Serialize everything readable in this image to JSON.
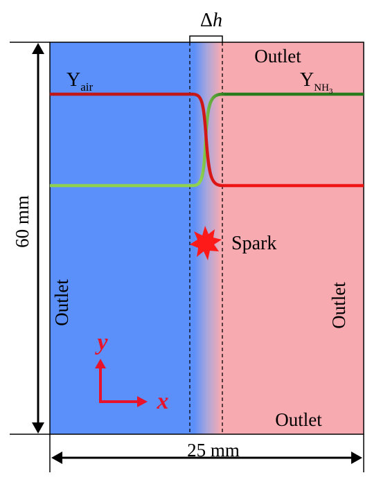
{
  "delta_label": {
    "symbol": "Δ",
    "variable": "h"
  },
  "labels": {
    "outlet_top": "Outlet",
    "outlet_bottom": "Outlet",
    "outlet_left": "Outlet",
    "outlet_right": "Outlet",
    "spark": "Spark",
    "height": "60 mm",
    "width": "25 mm"
  },
  "species": {
    "air": {
      "base": "Y",
      "sub": "air"
    },
    "nh3": {
      "base": "Y",
      "sub": "NH",
      "subsub": "3"
    }
  },
  "axes": {
    "x": "x",
    "y": "y"
  },
  "colors": {
    "air_region": "#5b8ff9",
    "nh3_region": "#f7aab0",
    "y_air_curve": "#cc1b1b",
    "y_nh3_curve_dark": "#2a7a1e",
    "y_nh3_curve_light": "#8fd14f",
    "spark": "#ff1a1a",
    "axes_arrow": "#e8132a"
  }
}
